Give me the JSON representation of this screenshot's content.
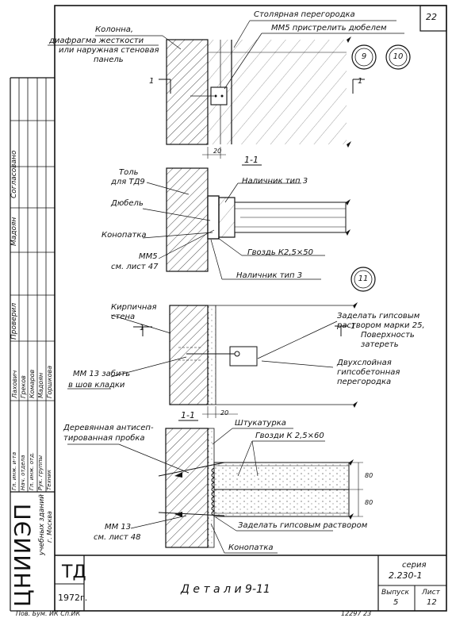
{
  "sheet": {
    "page_number": "22",
    "title": "Д е т а л и   9-11",
    "series_label": "серия",
    "series_value": "2.230-1",
    "issue_label": "Выпуск",
    "issue_value": "5",
    "sheet_label": "Лист",
    "sheet_value": "12",
    "td_mark": "ТД",
    "year": "1972г.",
    "bottom_note": "12297  23",
    "bottom_left_note": "Пов.   Бум.   ИК   Сп.ИК"
  },
  "institute": {
    "name": "ЦНИИЭП",
    "subtitle": "учебных зданий",
    "city": "г. Москва"
  },
  "sidebar": {
    "approvals": [
      "Согласовано",
      "Мадоян",
      "Проверил"
    ],
    "role_titles": [
      "Гл. инж. и-та",
      "Нач. отдела",
      "Гл. инж. отд.",
      "Рук. группы",
      "Техник"
    ],
    "names": [
      "Лахович",
      "Греков",
      "Комаров",
      "Мадоян",
      "Горшкова"
    ]
  },
  "detail9": {
    "callout": "9",
    "label_column": "Колонна,",
    "label_column2": "диафрагма жесткости",
    "label_column3": "или наружная стеновая",
    "label_column4": "панель",
    "label_partition": "Столярная перегородка",
    "label_screw": "ММ5 пристрелить дюбелем",
    "dim": "20",
    "section_mark": "1",
    "section_label": "1-1"
  },
  "detail10": {
    "callout": "10",
    "label_tol": "Толь",
    "label_tol2": "для ТД9",
    "label_dowel": "Дюбель",
    "label_caulk": "Конопатка",
    "label_mm5": "ММ5",
    "label_mm5_ref": "см. лист 47",
    "label_trim1": "Наличник тип 3",
    "label_trim2": "Наличник тип 3",
    "label_nail": "Гвоздь К2,5×50"
  },
  "detail11": {
    "callout": "11",
    "label_brick": "Кирпичная",
    "label_brick2": "стена",
    "label_plaster_fill": "Заделать гипсовым",
    "label_plaster_fill2": "раствором марки 25,",
    "label_plaster_fill3": "Поверхность",
    "label_plaster_fill4": "затереть",
    "label_double": "Двухслойная",
    "label_double2": "гипсобетонная",
    "label_double3": "перегородка",
    "label_mm13": "ММ 13 забить",
    "label_mm13b": "в шов кладки",
    "section_mark": "1",
    "section_label": "1-1",
    "dim": "20",
    "label_plug": "Деревянная антисеп-",
    "label_plug2": "тированная пробка",
    "label_stucco": "Штукатурка",
    "label_nails": "Гвозди К 2,5×60",
    "label_mm13_2": "ММ 13",
    "label_mm13_ref": "см. лист 48",
    "label_plaster_final": "Заделать гипсовым раствором",
    "label_caulk": "Конопатка",
    "dim80a": "80",
    "dim80b": "80"
  }
}
